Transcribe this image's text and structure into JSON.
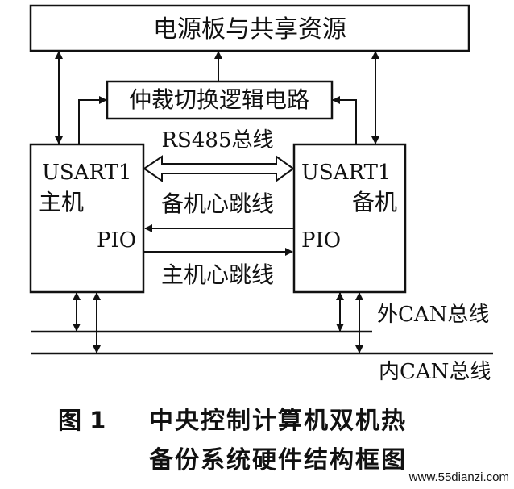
{
  "diagram": {
    "power_board": "电源板与共享资源",
    "arbiter": "仲裁切换逻辑电路",
    "rs485_bus": "RS485总线",
    "master": {
      "usart": "USART1",
      "role": "主机",
      "pio": "PIO"
    },
    "backup": {
      "usart": "USART1",
      "role": "备机",
      "pio": "PIO"
    },
    "backup_heartbeat": "备机心跳线",
    "master_heartbeat": "主机心跳线",
    "external_can": "外CAN总线",
    "internal_can": "内CAN总线"
  },
  "caption": {
    "figure_number": "图 1",
    "line1": "中央控制计算机双机热",
    "line2": "备份系统硬件结构框图"
  },
  "watermark": "www.55dianzi.com"
}
